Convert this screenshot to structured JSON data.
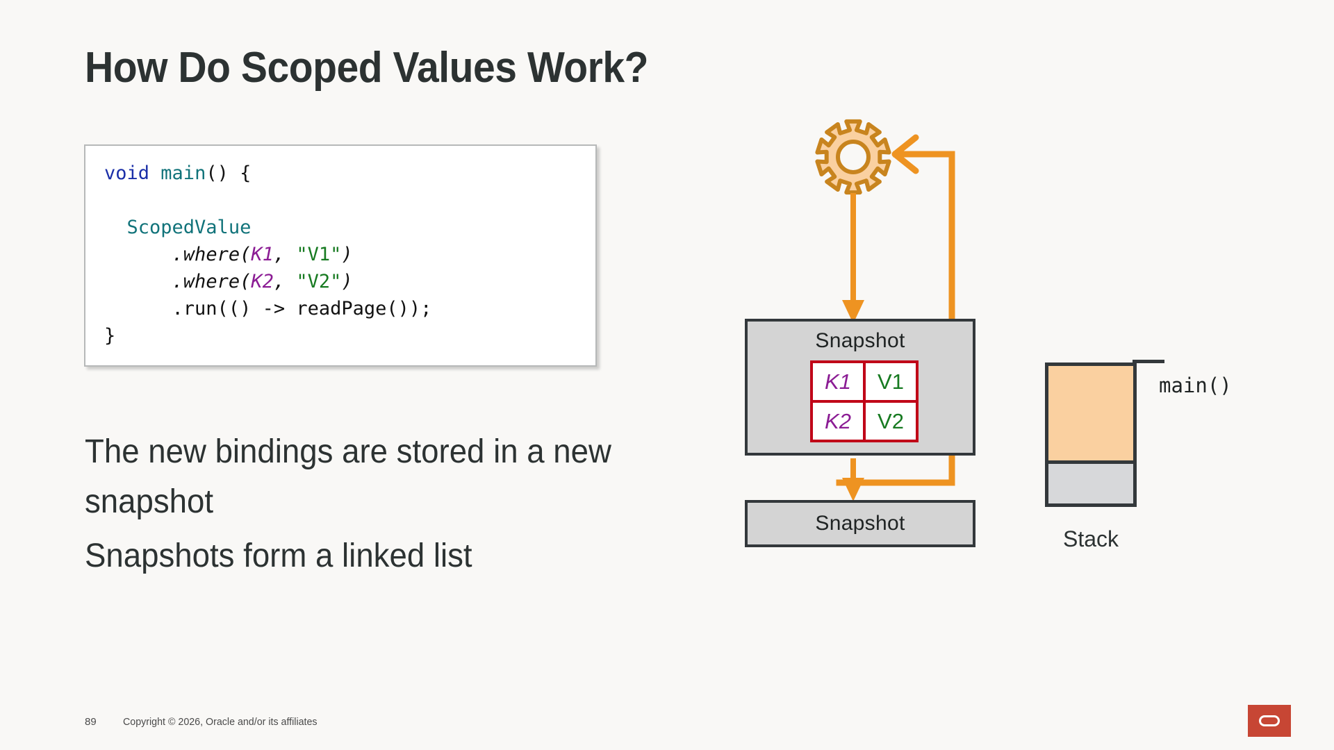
{
  "slide": {
    "title": "How Do Scoped Values Work?",
    "background_color": "#F9F8F6",
    "title_color": "#2C3232"
  },
  "code_block": {
    "language": "java",
    "lines": [
      {
        "tokens": [
          {
            "t": "void",
            "c": "kw"
          },
          {
            "t": " ",
            "c": "plain"
          },
          {
            "t": "main",
            "c": "type"
          },
          {
            "t": "() {",
            "c": "plain"
          }
        ]
      },
      {
        "tokens": [
          {
            "t": "",
            "c": "plain"
          }
        ]
      },
      {
        "tokens": [
          {
            "t": "  ",
            "c": "plain"
          },
          {
            "t": "ScopedValue",
            "c": "type"
          }
        ]
      },
      {
        "tokens": [
          {
            "t": "      ",
            "c": "plain"
          },
          {
            "t": ".where(",
            "c": "method"
          },
          {
            "t": "K1",
            "c": "var"
          },
          {
            "t": ", ",
            "c": "method"
          },
          {
            "t": "\"V1\"",
            "c": "str"
          },
          {
            "t": ")",
            "c": "method"
          }
        ]
      },
      {
        "tokens": [
          {
            "t": "      ",
            "c": "plain"
          },
          {
            "t": ".where(",
            "c": "method"
          },
          {
            "t": "K2",
            "c": "var"
          },
          {
            "t": ", ",
            "c": "method"
          },
          {
            "t": "\"V2\"",
            "c": "str"
          },
          {
            "t": ")",
            "c": "method"
          }
        ]
      },
      {
        "tokens": [
          {
            "t": "      .run(() -> readPage());",
            "c": "plain"
          }
        ]
      },
      {
        "tokens": [
          {
            "t": "}",
            "c": "plain"
          }
        ]
      }
    ],
    "colors": {
      "keyword": "#1B2FA8",
      "type": "#11737A",
      "method": "#111111",
      "variable": "#8B1C94",
      "string": "#177A21",
      "plain": "#111111",
      "background": "#FFFFFF",
      "border": "#B6B8B8"
    }
  },
  "body": {
    "paragraphs": [
      "The new bindings are stored in a new snapshot",
      "Snapshots form a linked list"
    ]
  },
  "diagram": {
    "gear": {
      "name": "gear-icon",
      "fill": "#FAD0A0",
      "stroke": "#C8841E",
      "teeth": 10
    },
    "arrow_color": "#EE9321",
    "snapshot_top": {
      "label": "Snapshot",
      "fill": "#D4D4D4",
      "border": "#33383B",
      "table": {
        "border_color": "#C00418",
        "key_color": "#8B1C94",
        "value_color": "#177A21",
        "rows": [
          {
            "key": "K1",
            "value": "V1"
          },
          {
            "key": "K2",
            "value": "V2"
          }
        ]
      }
    },
    "snapshot_bottom": {
      "label": "Snapshot",
      "fill": "#D4D4D4",
      "border": "#33383B"
    },
    "stack": {
      "label": "Stack",
      "frame_label": "main()",
      "top_fill": "#FAD0A0",
      "bottom_fill": "#D7D8DA",
      "border": "#33383B"
    }
  },
  "footer": {
    "page_number": "89",
    "copyright": "Copyright © 2026, Oracle and/or its affiliates",
    "logo_color": "#C74634"
  }
}
